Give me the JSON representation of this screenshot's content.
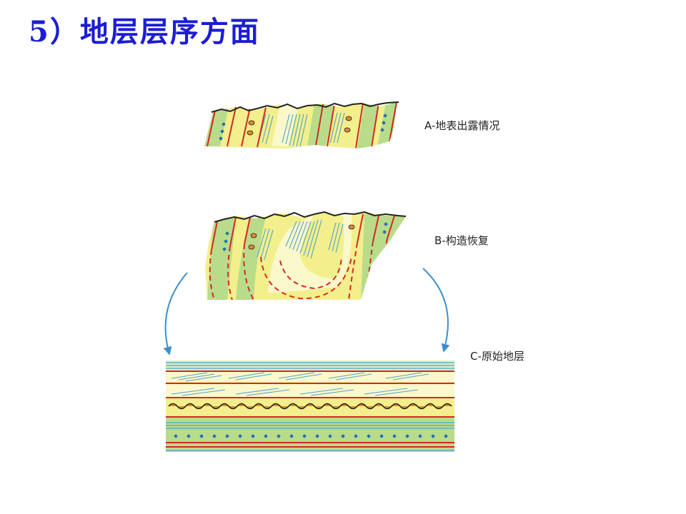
{
  "title": "5）地层层序方面",
  "captions": {
    "a": "A-地表出露情况",
    "b": "B-构造恢复",
    "c": "C-原始地层"
  },
  "colors": {
    "title": "#1c1cd6",
    "yellow_layer": "#f3ef8c",
    "pale_yellow_layer": "#fbf8cc",
    "green_layer": "#b9dc8a",
    "boundary_red": "#d42828",
    "cross_bed_blue": "#4fa3cf",
    "arrow_blue": "#3d8fc9",
    "gravel_blue": "#1f6fb8",
    "nodule_orange": "#e38a2a"
  },
  "icons": [
    "curved-arrow-icon",
    "topography-line"
  ]
}
